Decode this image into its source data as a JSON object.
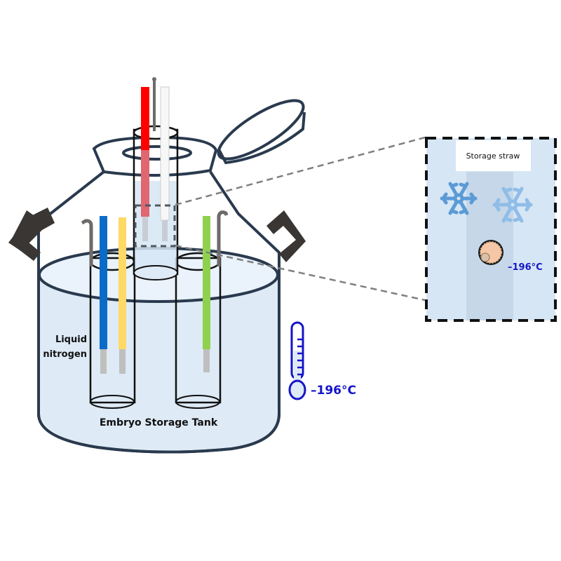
{
  "labels": {
    "tank_title": "Embryo Storage Tank",
    "liquid_line1": "Liquid",
    "liquid_line2": "nitrogen",
    "thermometer_temp": "–196°C",
    "zoom_straw_label": "Storage straw",
    "zoom_temp": "–196°C"
  },
  "icons": {
    "thermometer": "thermometer-icon",
    "snowflake": "snowflake-icon",
    "embryo": "embryo-cell-icon"
  },
  "colors": {
    "outline": "#2a3a4e",
    "liquid": "#deeaf6",
    "handle": "#3a3634",
    "straw_red": "#ff0000",
    "straw_white": "#f4f4f4",
    "straw_blue": "#0a6cc8",
    "straw_yellow": "#ffd966",
    "straw_green": "#8fd14f",
    "temp_blue": "#1515c8",
    "snowflake_dark": "#5b9bd5",
    "snowflake_light": "#8fbde8",
    "zoom_bg": "#d6e6f5",
    "zoom_band": "#c5d7e8"
  }
}
